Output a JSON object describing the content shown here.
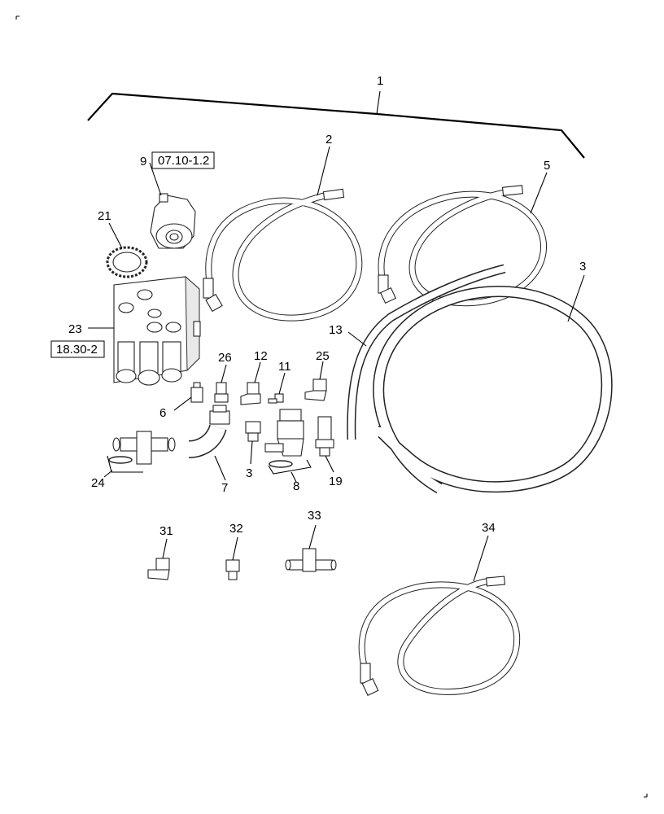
{
  "diagram": {
    "labels": {
      "assembly": "1",
      "hose_2": "2",
      "hose_5": "5",
      "hose_3": "3",
      "valve_9": "9",
      "gear_21": "21",
      "block_23": "23",
      "tube_13": "13",
      "fit_26": "26",
      "fit_12": "12",
      "fit_11": "11",
      "fit_25": "25",
      "fit_6": "6",
      "tee_24": "24",
      "elbow_7": "7",
      "plug_3": "3",
      "fit_8": "8",
      "fit_19": "19",
      "fit_31": "31",
      "fit_32": "32",
      "tee_33": "33",
      "hose_34": "34"
    },
    "references": {
      "ref_9": "07.10-1.2",
      "ref_23": "18.30-2"
    }
  }
}
